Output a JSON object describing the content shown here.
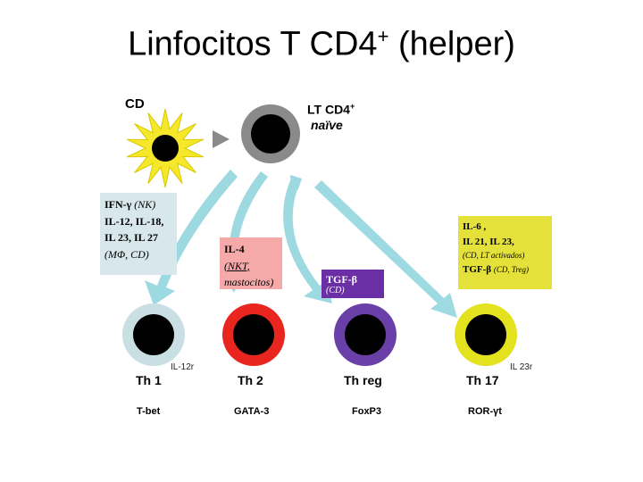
{
  "title": {
    "main": "Linfocitos T CD4",
    "sup": "+",
    "suffix": " (helper)"
  },
  "top": {
    "cd_label": "CD",
    "naive_label_main": "LT CD4",
    "naive_label_sup": "+",
    "naive_label_sub": "naïve"
  },
  "boxes": {
    "th1": {
      "l1": "IFN-γ",
      "l1i": "(NK)",
      "l2": "IL-12, IL-18,",
      "l3": "IL 23, IL 27",
      "l4": "(MΦ, CD)"
    },
    "th2": {
      "l1": "IL-4",
      "l2": "(NKT,",
      "l3": "mastocitos)"
    },
    "treg": {
      "l1": "TGF-β",
      "l2": "(CD)"
    },
    "th17": {
      "l1": "IL-6 ,",
      "l2": "IL 21,  IL 23,",
      "l3": "(CD, LT activados)",
      "l4": "TGF-β",
      "l4i": "(CD, Treg)"
    }
  },
  "cells": [
    {
      "name": "Th 1",
      "tf": "T-bet",
      "receptor": "IL-12r",
      "ring": "#c9dfe4"
    },
    {
      "name": "Th 2",
      "tf": "GATA-3",
      "receptor": "",
      "ring": "#e8261f"
    },
    {
      "name": "Th reg",
      "tf": "FoxP3",
      "receptor": "",
      "ring": "#6a3fa8"
    },
    {
      "name": "Th 17",
      "tf": "ROR-γt",
      "receptor": "IL 23r",
      "ring": "#e4e21e"
    }
  ],
  "colors": {
    "arrow": "#8dd3dc",
    "sun": "#f5e82a",
    "naive_ring": "#8a8a8a",
    "box_th1": "#d7e7ec",
    "box_th2": "#f6a9a9",
    "box_treg": "#6b2fa5",
    "box_th17": "#e4e23a"
  }
}
